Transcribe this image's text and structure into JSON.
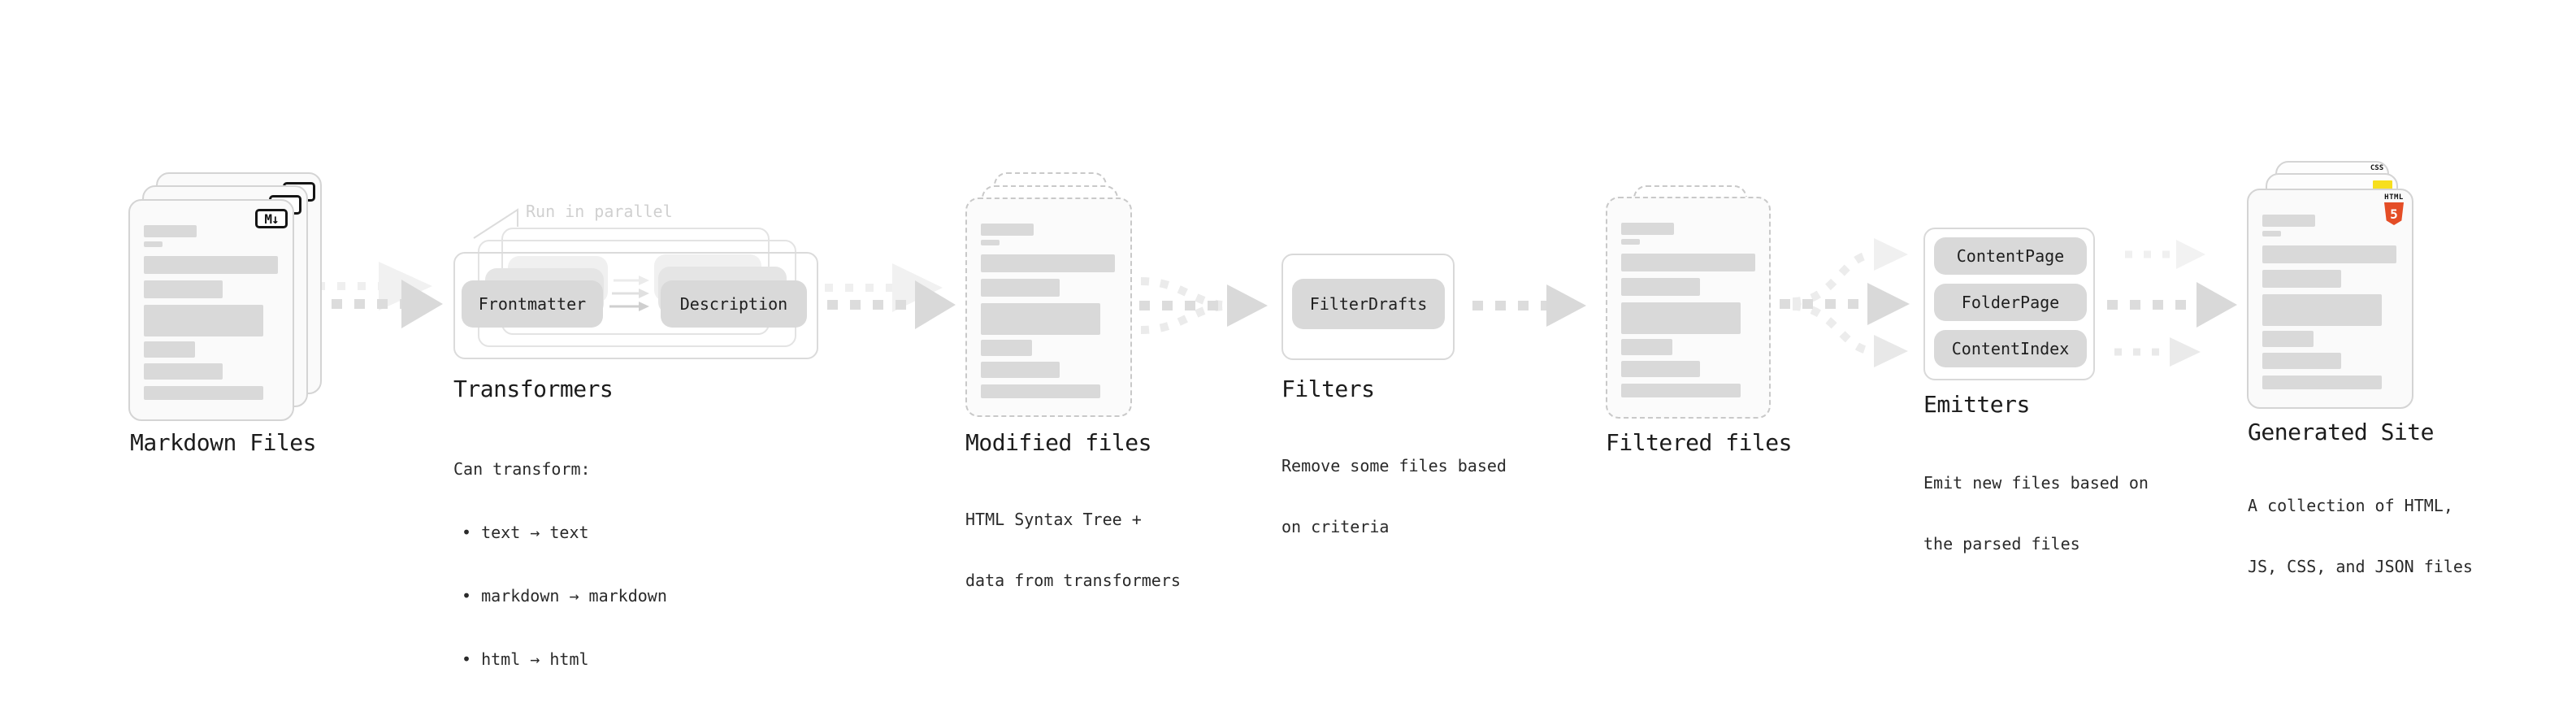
{
  "colors": {
    "background": "#ffffff",
    "card_fill": "#fafafa",
    "card_border": "#d4d4d4",
    "dashed_border": "#c9c9c9",
    "bar_fill": "#d9d9d9",
    "pill_fill": "#d9d9d9",
    "arrow_main": "#d9d9d9",
    "arrow_ghost": "#efefef",
    "text_primary": "#1c1c1c",
    "annotation_gray": "#d0d0d0",
    "markdown_badge": "#151515",
    "html5_orange": "#e44d26",
    "js_yellow": "#f7df1e",
    "css_blue": "#2965f1"
  },
  "stages": {
    "markdown_files": {
      "label": "Markdown Files",
      "badge": "M↓"
    },
    "transformers": {
      "annotation": "Run in parallel",
      "pill_left": "Frontmatter",
      "pill_right": "Description",
      "label": "Transformers",
      "desc_heading": "Can transform:",
      "bullets": [
        "• text → text",
        "• markdown → markdown",
        "• html → html"
      ]
    },
    "modified_files": {
      "label": "Modified files",
      "desc_lines": [
        "HTML Syntax Tree +",
        "data from transformers"
      ]
    },
    "filters": {
      "pill": "FilterDrafts",
      "label": "Filters",
      "desc_lines": [
        "Remove some files based",
        "on criteria"
      ]
    },
    "filtered_files": {
      "label": "Filtered files"
    },
    "emitters": {
      "pills": [
        "ContentPage",
        "FolderPage",
        "ContentIndex"
      ],
      "label": "Emitters",
      "desc_lines": [
        "Emit new files based on",
        "the parsed files"
      ]
    },
    "generated_site": {
      "label": "Generated Site",
      "css_badge": "CSS",
      "html_badge_word": "HTML",
      "html_badge_number": "5",
      "desc_lines": [
        "A collection of HTML,",
        "JS, CSS, and JSON files"
      ]
    }
  }
}
